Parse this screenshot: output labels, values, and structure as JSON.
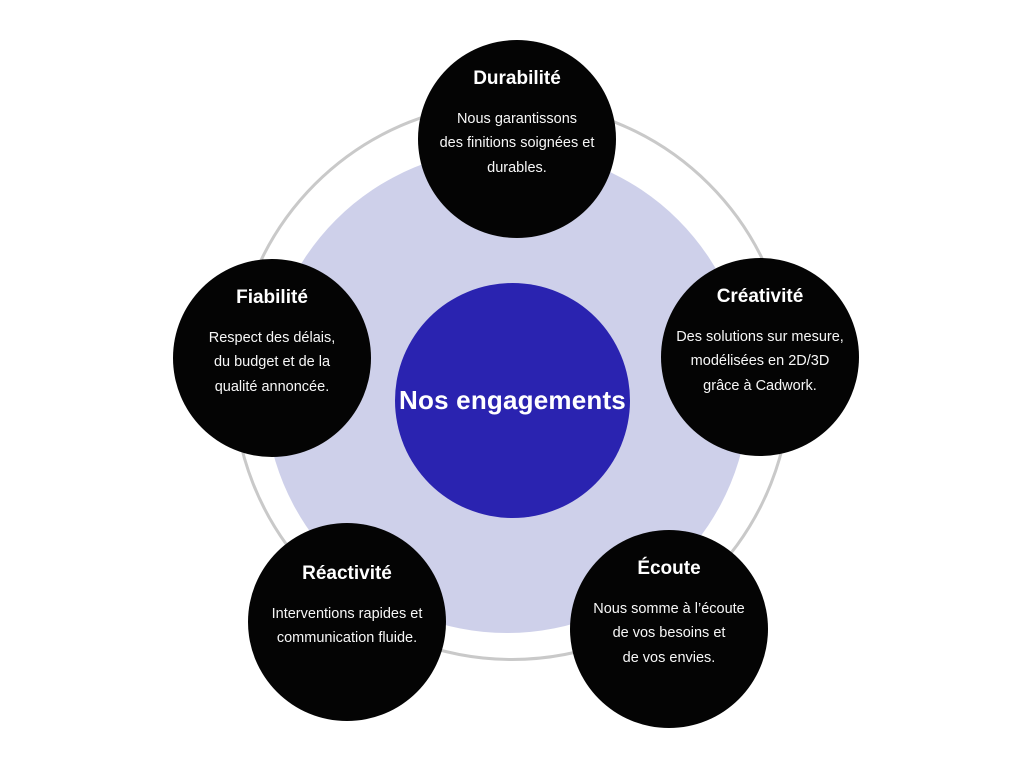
{
  "diagram": {
    "title_context": "values-diagram",
    "center": {
      "label": "Nos engagements"
    },
    "nodes": [
      {
        "id": "durabilite",
        "title": "Durabilité",
        "description": "Nous garantissons\ndes finitions soignées et\ndurables."
      },
      {
        "id": "fiabilite",
        "title": "Fiabilité",
        "description": "Respect des délais,\ndu budget et de la\nqualité annoncée."
      },
      {
        "id": "creativite",
        "title": "Créativité",
        "description": "Des solutions sur mesure,\nmodélisées en 2D/3D\ngrâce à Cadwork."
      },
      {
        "id": "reactivite",
        "title": "Réactivité",
        "description": "Interventions rapides et\ncommunication fluide."
      },
      {
        "id": "ecoute",
        "title": "Écoute",
        "description": "Nous somme à l’écoute\nde vos besoins et\nde vos envies."
      }
    ],
    "colors": {
      "background": "#ffffff",
      "outer_ring": "#c9c9c9",
      "halo": "#ced0ea",
      "center_circle": "#2a23b0",
      "node_circle": "#040404",
      "text": "#ffffff"
    }
  }
}
